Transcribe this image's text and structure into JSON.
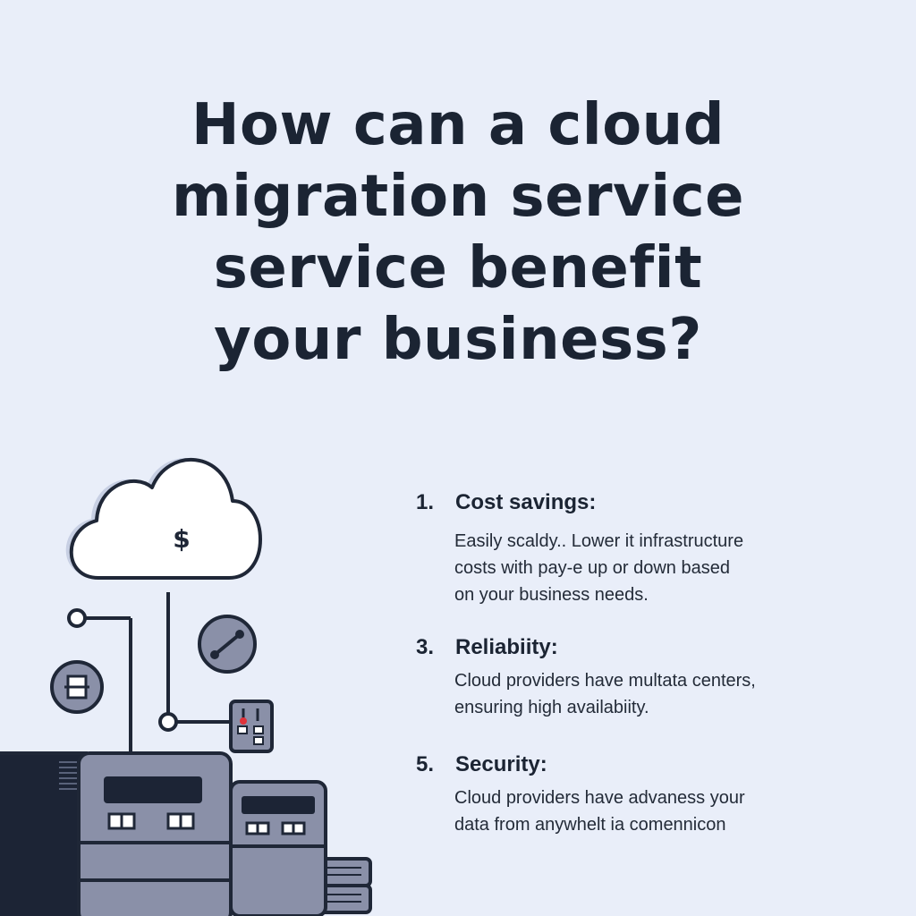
{
  "headline": {
    "lines": [
      "How can a cloud",
      "migration service",
      "service benefit",
      "your business?"
    ]
  },
  "benefits": [
    {
      "number": "1.",
      "title": "Cost savings:",
      "body_lines": [
        "Easily scaldy.. Lower it infrastructure",
        "costs with pay-e up or down based",
        "on your business needs."
      ]
    },
    {
      "number": "3.",
      "title": "Reliabiity:",
      "body_lines": [
        "Cloud providers have multata centers,",
        "ensuring high availabiity."
      ]
    },
    {
      "number": "5.",
      "title": "Security:",
      "body_lines": [
        "Cloud providers have advaness your",
        "data from anywhelt ia comennicon"
      ]
    }
  ],
  "illustration": {
    "cloud_symbol": "$",
    "icons": [
      "cloud-icon",
      "dollar-icon",
      "node-circle-icon",
      "link-icon",
      "chip-icon",
      "server-icon"
    ]
  },
  "colors": {
    "background": "#e9eef9",
    "text": "#1b2433",
    "server_fill": "#8a90a8",
    "server_dark": "#1c2435",
    "accent_red": "#e0333a"
  }
}
